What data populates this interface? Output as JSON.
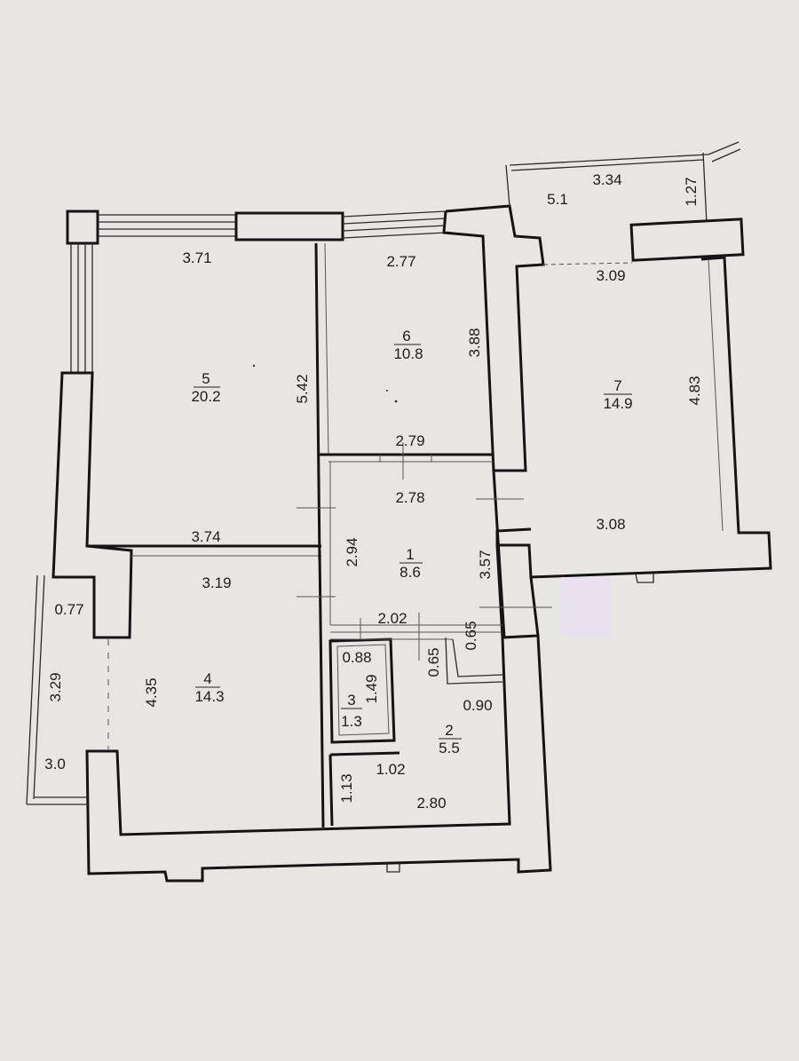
{
  "rooms": [
    {
      "id": "r5",
      "number": "5",
      "area": "20.2"
    },
    {
      "id": "r6",
      "number": "6",
      "area": "10.8"
    },
    {
      "id": "r7",
      "number": "7",
      "area": "14.9"
    },
    {
      "id": "r1",
      "number": "1",
      "area": "8.6"
    },
    {
      "id": "r4",
      "number": "4",
      "area": "14.3"
    },
    {
      "id": "r3",
      "number": "3",
      "area": "1.3"
    },
    {
      "id": "r2",
      "number": "2",
      "area": "5.5"
    }
  ],
  "balcony_label": "5.1",
  "dimensions": [
    "3.71",
    "2.77",
    "3.34",
    "1.27",
    "3.09",
    "5.42",
    "3.88",
    "4.83",
    "2.79",
    "2.78",
    "3.74",
    "3.08",
    "3.19",
    "2.94",
    "3.57",
    "0.77",
    "2.02",
    "0.65",
    "0.88",
    "0.65",
    "3.29",
    "4.35",
    "1.49",
    "0.90",
    "3.0",
    "1.13",
    "1.02",
    "2.80"
  ]
}
